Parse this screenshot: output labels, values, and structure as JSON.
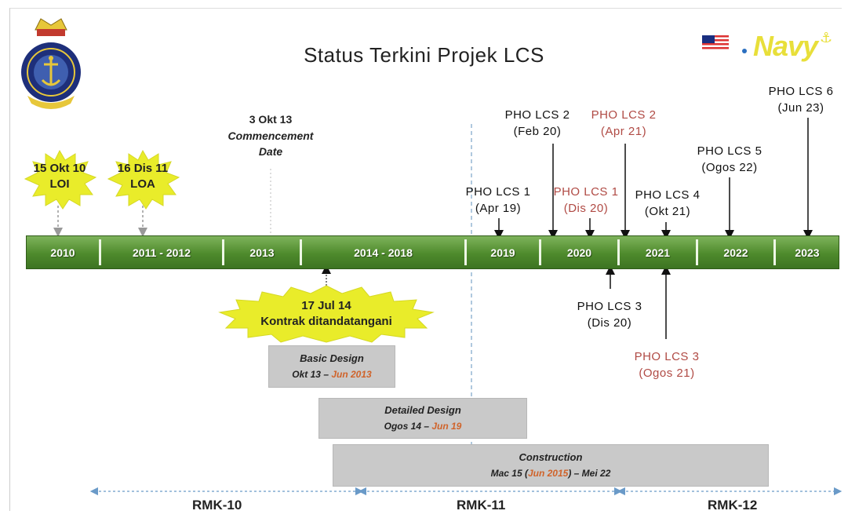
{
  "title": "Status Terkini Projek LCS",
  "brand": "Navy",
  "timeline": {
    "segments": [
      "2010",
      "2011 - 2012",
      "2013",
      "2014 - 2018",
      "2019",
      "2020",
      "2021",
      "2022",
      "2023"
    ]
  },
  "milestones": {
    "loi": "15 Okt 10\nLOI",
    "loa": "16 Dis 11\nLOA",
    "commencement_date": "3 Okt 13",
    "commencement_label": "Commencement\nDate",
    "kontrak": "17 Jul 14\nKontrak ditandatangani"
  },
  "pho": {
    "lcs1_plan": "PHO LCS 1\n(Apr 19)",
    "lcs1_rev": "PHO LCS 1\n(Dis 20)",
    "lcs2_plan": "PHO LCS 2\n(Feb 20)",
    "lcs2_rev": "PHO LCS 2\n(Apr 21)",
    "lcs3_plan": "PHO LCS 3\n(Dis 20)",
    "lcs3_rev": "PHO LCS 3\n(Ogos 21)",
    "lcs4": "PHO LCS 4\n(Okt 21)",
    "lcs5": "PHO LCS 5\n(Ogos 22)",
    "lcs6": "PHO LCS 6\n(Jun 23)"
  },
  "phases": {
    "basic": {
      "title": "Basic Design",
      "start": "Okt 13 – ",
      "end": "Jun 2013"
    },
    "detailed": {
      "title": "Detailed Design",
      "start": "Ogos 14 – ",
      "end": "Jun 19"
    },
    "construction": {
      "title": "Construction",
      "start": "Mac 15 (",
      "mid": "Jun 2015",
      "end": ") – Mei 22"
    }
  },
  "rmk": [
    "RMK-10",
    "RMK-11",
    "RMK-12"
  ],
  "colors": {
    "bar": "#4e8a2c",
    "burst": "#e9ec2a",
    "revised": "#b04a44",
    "box": "#c9c9c9"
  }
}
